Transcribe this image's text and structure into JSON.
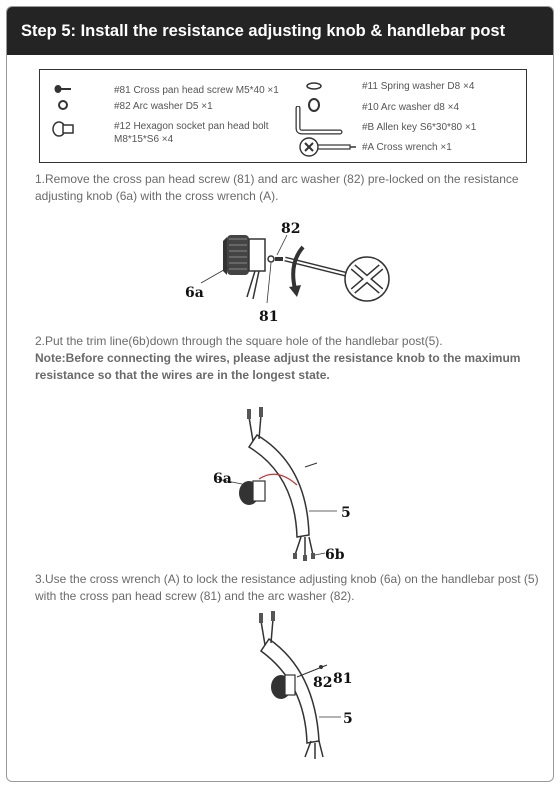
{
  "header": {
    "title": "Step 5: Install the resistance adjusting knob & handlebar post"
  },
  "parts": {
    "items": [
      {
        "icon": "cross-pan-head-screw-icon",
        "text": "#81 Cross pan head screw M5*40 ×1"
      },
      {
        "icon": "arc-washer-icon",
        "text": "#82 Arc washer D5 ×1"
      },
      {
        "icon": "hexagon-socket-bolt-icon",
        "text": "#12 Hexagon socket pan head bolt",
        "text2": "M8*15*S6 ×4"
      },
      {
        "icon": "spring-washer-icon",
        "text": "#11 Spring washer D8 ×4"
      },
      {
        "icon": "arc-washer-d8-icon",
        "text": "#10 Arc washer d8 ×4"
      },
      {
        "icon": "allen-key-icon",
        "text": "#B Allen key S6*30*80 ×1"
      },
      {
        "icon": "cross-wrench-icon",
        "text": "#A Cross wrench ×1"
      }
    ]
  },
  "steps": [
    {
      "text": "1.Remove the cross pan head screw (81) and arc washer (82) pre-locked on the resistance adjusting knob (6a) with the cross wrench (A)."
    },
    {
      "text": "2.Put the trim line(6b)down through the square hole of the handlebar post(5).",
      "note": "Note:Before connecting the wires, please adjust the resistance knob to the maximum resistance so that the wires are in the longest state."
    },
    {
      "text": "3.Use the cross wrench (A) to lock the resistance adjusting knob (6a) on the handlebar post (5) with the cross pan head screw (81) and the arc washer (82)."
    }
  ],
  "figures": {
    "fig1": {
      "labels": [
        "82",
        "6a",
        "81"
      ]
    },
    "fig2": {
      "labels": [
        "6a",
        "5",
        "6b"
      ]
    },
    "fig3": {
      "labels": [
        "82",
        "81",
        "5"
      ]
    }
  }
}
